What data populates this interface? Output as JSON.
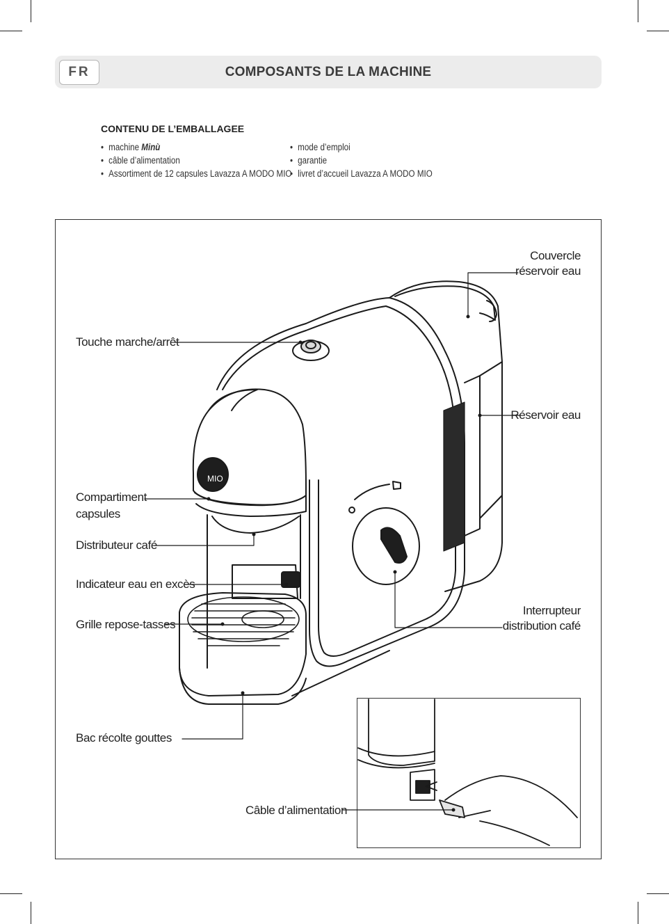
{
  "header": {
    "language_code": "FR",
    "title": "COMPOSANTS DE LA MACHINE"
  },
  "package_contents": {
    "heading": "CONTENU DE L’EMBALLAGEE",
    "left_column": [
      {
        "prefix": "machine ",
        "emphasis": "Minù"
      },
      {
        "text": "câble d’alimentation"
      },
      {
        "text": "Assortiment de 12 capsules Lavazza A MODO MIO"
      }
    ],
    "right_column": [
      {
        "text": "mode d’emploi"
      },
      {
        "text": "garantie"
      },
      {
        "text": "livret d’accueil Lavazza A MODO MIO"
      }
    ]
  },
  "diagram": {
    "machine_logo_text": "MIO",
    "callouts": {
      "lid": {
        "line1": "Couvercle",
        "line2": "réservoir eau"
      },
      "power_button": "Touche marche/arrêt",
      "water_tank": "Réservoir eau",
      "capsule_compartment": {
        "line1": "Compartiment",
        "line2": "capsules"
      },
      "coffee_dispenser": "Distributeur café",
      "excess_water_indicator": "Indicateur eau en excès",
      "cup_grid": "Grille repose-tasses",
      "dispense_switch": {
        "line1": "Interrupteur",
        "line2": "distribution café"
      },
      "drip_tray": "Bac récolte gouttes",
      "power_cable": "Câble d’alimentation"
    }
  }
}
